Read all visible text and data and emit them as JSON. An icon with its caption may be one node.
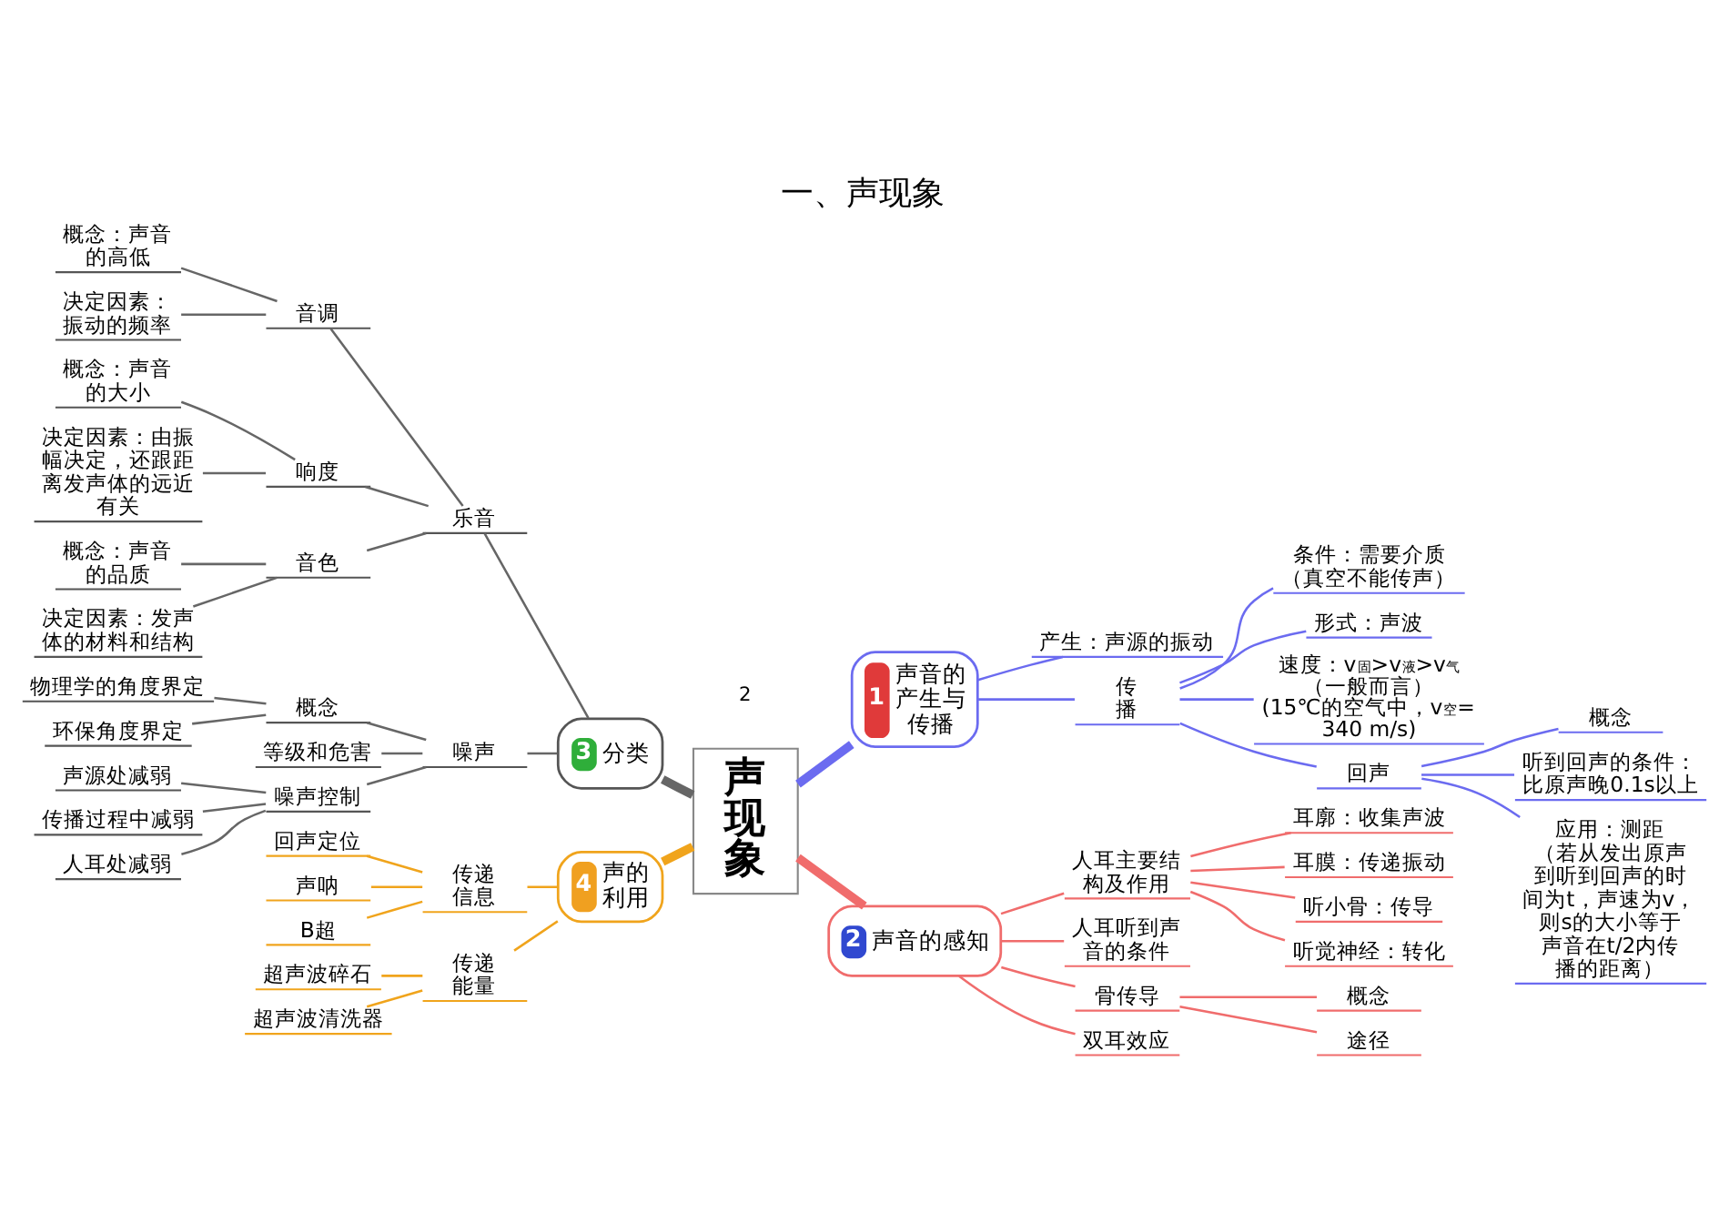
{
  "diagram": {
    "title": "一、声现象",
    "nodes": [
      {
        "text": [
          "声现象"
        ]
      },
      {
        "text": [
          "1",
          "声音的产生与传播"
        ]
      },
      {
        "text": [
          "产生：声源的振动"
        ]
      },
      {
        "text": [
          "传播"
        ]
      },
      {
        "text": [
          "条件：需要介质（真空不能传声）"
        ]
      },
      {
        "text": [
          "形式：声波"
        ]
      },
      {
        "text": [
          "速度：v$_{固}$>v$_{液}$>v$_{气}$（一般而言）(15℃的空气中，v$_{空}$=340 m/s)"
        ]
      },
      {
        "text": [
          "回声"
        ]
      },
      {
        "text": [
          "概念"
        ]
      },
      {
        "text": [
          "听到回声的条件：比原声晚0.1s以上"
        ]
      },
      {
        "text": [
          "应用：测距（若从发出原声到听到回声的时间为t，声速为v，则s的大小等于声音在t/2内传播的距离）"
        ]
      },
      {
        "text": [
          "2",
          "声音的感知"
        ]
      },
      {
        "text": [
          "人耳主要结构及作用"
        ]
      },
      {
        "text": [
          "耳廓：收集声波"
        ]
      },
      {
        "text": [
          "耳膜：传递振动"
        ]
      },
      {
        "text": [
          "听小骨：传导"
        ]
      },
      {
        "text": [
          "听觉神经：转化"
        ]
      },
      {
        "text": [
          "人耳听到声音的条件"
        ]
      },
      {
        "text": [
          "骨传导"
        ]
      },
      {
        "text": [
          "概念"
        ]
      },
      {
        "text": [
          "途径"
        ]
      },
      {
        "text": [
          "双耳效应"
        ]
      },
      {
        "text": [
          "3",
          "分类"
        ]
      },
      {
        "text": [
          "乐音"
        ]
      },
      {
        "text": [
          "音调"
        ]
      },
      {
        "text": [
          "概念：声音的高低"
        ]
      },
      {
        "text": [
          "决定因素：振动的频率"
        ]
      },
      {
        "text": [
          "响度"
        ]
      },
      {
        "text": [
          "概念：声音的大小"
        ]
      },
      {
        "text": [
          "决定因素：由振幅决定，还跟距离发声体的远近有关"
        ]
      },
      {
        "text": [
          "音色"
        ]
      },
      {
        "text": [
          "概念：声音的品质"
        ]
      },
      {
        "text": [
          "决定因素：发声体的材料和结构"
        ]
      },
      {
        "text": [
          "噪声"
        ]
      },
      {
        "text": [
          "概念"
        ]
      },
      {
        "text": [
          "物理学的角度界定"
        ]
      },
      {
        "text": [
          "环保角度界定"
        ]
      },
      {
        "text": [
          "等级和危害"
        ]
      },
      {
        "text": [
          "噪声控制"
        ]
      },
      {
        "text": [
          "声源处减弱"
        ]
      },
      {
        "text": [
          "传播过程中减弱"
        ]
      },
      {
        "text": [
          "人耳处减弱"
        ]
      },
      {
        "text": [
          "4",
          "声的利用"
        ]
      },
      {
        "text": [
          "传递信息"
        ]
      },
      {
        "text": [
          "回声定位"
        ]
      },
      {
        "text": [
          "声呐"
        ]
      },
      {
        "text": [
          "B超"
        ]
      },
      {
        "text": [
          "传递能量"
        ]
      },
      {
        "text": [
          "超声波碎石"
        ]
      },
      {
        "text": [
          "超声波清洗器"
        ]
      }
    ],
    "edges": [
      {
        "from": 0,
        "to": 1,
        "arrow": "none",
        "style": "thick",
        "color": "#6b6bf0"
      },
      {
        "from": 1,
        "to": 2,
        "arrow": "none",
        "color": "#6b6bf0"
      },
      {
        "from": 1,
        "to": 3,
        "arrow": "none",
        "color": "#6b6bf0"
      },
      {
        "from": 3,
        "to": 4,
        "arrow": "none",
        "color": "#6b6bf0"
      },
      {
        "from": 3,
        "to": 5,
        "arrow": "none",
        "color": "#6b6bf0"
      },
      {
        "from": 3,
        "to": 6,
        "arrow": "none",
        "color": "#6b6bf0"
      },
      {
        "from": 3,
        "to": 7,
        "arrow": "none",
        "color": "#6b6bf0"
      },
      {
        "from": 7,
        "to": 8,
        "arrow": "none",
        "color": "#6b6bf0"
      },
      {
        "from": 7,
        "to": 9,
        "arrow": "none",
        "color": "#6b6bf0"
      },
      {
        "from": 7,
        "to": 10,
        "arrow": "none",
        "color": "#6b6bf0"
      },
      {
        "from": 0,
        "to": 11,
        "arrow": "none",
        "style": "thick",
        "color": "#f06c6c"
      },
      {
        "from": 11,
        "to": 12,
        "arrow": "none",
        "color": "#f06c6c"
      },
      {
        "from": 12,
        "to": 13,
        "arrow": "none",
        "color": "#f06c6c"
      },
      {
        "from": 12,
        "to": 14,
        "arrow": "none",
        "color": "#f06c6c"
      },
      {
        "from": 12,
        "to": 15,
        "arrow": "none",
        "color": "#f06c6c"
      },
      {
        "from": 12,
        "to": 16,
        "arrow": "none",
        "color": "#f06c6c"
      },
      {
        "from": 11,
        "to": 17,
        "arrow": "none",
        "color": "#f06c6c"
      },
      {
        "from": 11,
        "to": 18,
        "arrow": "none",
        "color": "#f06c6c"
      },
      {
        "from": 18,
        "to": 19,
        "arrow": "none",
        "color": "#f06c6c"
      },
      {
        "from": 18,
        "to": 20,
        "arrow": "none",
        "color": "#f06c6c"
      },
      {
        "from": 11,
        "to": 21,
        "arrow": "none",
        "color": "#f06c6c"
      },
      {
        "from": 0,
        "to": 22,
        "arrow": "none",
        "style": "thick"
      },
      {
        "from": 22,
        "to": 23,
        "arrow": "none"
      },
      {
        "from": 23,
        "to": 24,
        "arrow": "none"
      },
      {
        "from": 24,
        "to": 25,
        "arrow": "none"
      },
      {
        "from": 24,
        "to": 26,
        "arrow": "none"
      },
      {
        "from": 23,
        "to": 27,
        "arrow": "none"
      },
      {
        "from": 27,
        "to": 28,
        "arrow": "none"
      },
      {
        "from": 27,
        "to": 29,
        "arrow": "none"
      },
      {
        "from": 23,
        "to": 30,
        "arrow": "none"
      },
      {
        "from": 30,
        "to": 31,
        "arrow": "none"
      },
      {
        "from": 30,
        "to": 32,
        "arrow": "none"
      },
      {
        "from": 22,
        "to": 33,
        "arrow": "none"
      },
      {
        "from": 33,
        "to": 34,
        "arrow": "none"
      },
      {
        "from": 34,
        "to": 35,
        "arrow": "none"
      },
      {
        "from": 34,
        "to": 36,
        "arrow": "none"
      },
      {
        "from": 33,
        "to": 37,
        "arrow": "none"
      },
      {
        "from": 33,
        "to": 38,
        "arrow": "none"
      },
      {
        "from": 38,
        "to": 39,
        "arrow": "none"
      },
      {
        "from": 38,
        "to": 40,
        "arrow": "none"
      },
      {
        "from": 38,
        "to": 41,
        "arrow": "none"
      },
      {
        "from": 0,
        "to": 42,
        "arrow": "none",
        "style": "thick",
        "color": "#f0a41c"
      },
      {
        "from": 42,
        "to": 43,
        "arrow": "none",
        "color": "#f0a41c"
      },
      {
        "from": 43,
        "to": 44,
        "arrow": "none",
        "color": "#f0a41c"
      },
      {
        "from": 43,
        "to": 45,
        "arrow": "none",
        "color": "#f0a41c"
      },
      {
        "from": 43,
        "to": 46,
        "arrow": "none",
        "color": "#f0a41c"
      },
      {
        "from": 42,
        "to": 47,
        "arrow": "none",
        "color": "#f0a41c"
      },
      {
        "from": 47,
        "to": 48,
        "arrow": "none",
        "color": "#f0a41c"
      },
      {
        "from": 47,
        "to": 49,
        "arrow": "none",
        "color": "#f0a41c"
      }
    ],
    "labels": [
      "2"
    ]
  }
}
